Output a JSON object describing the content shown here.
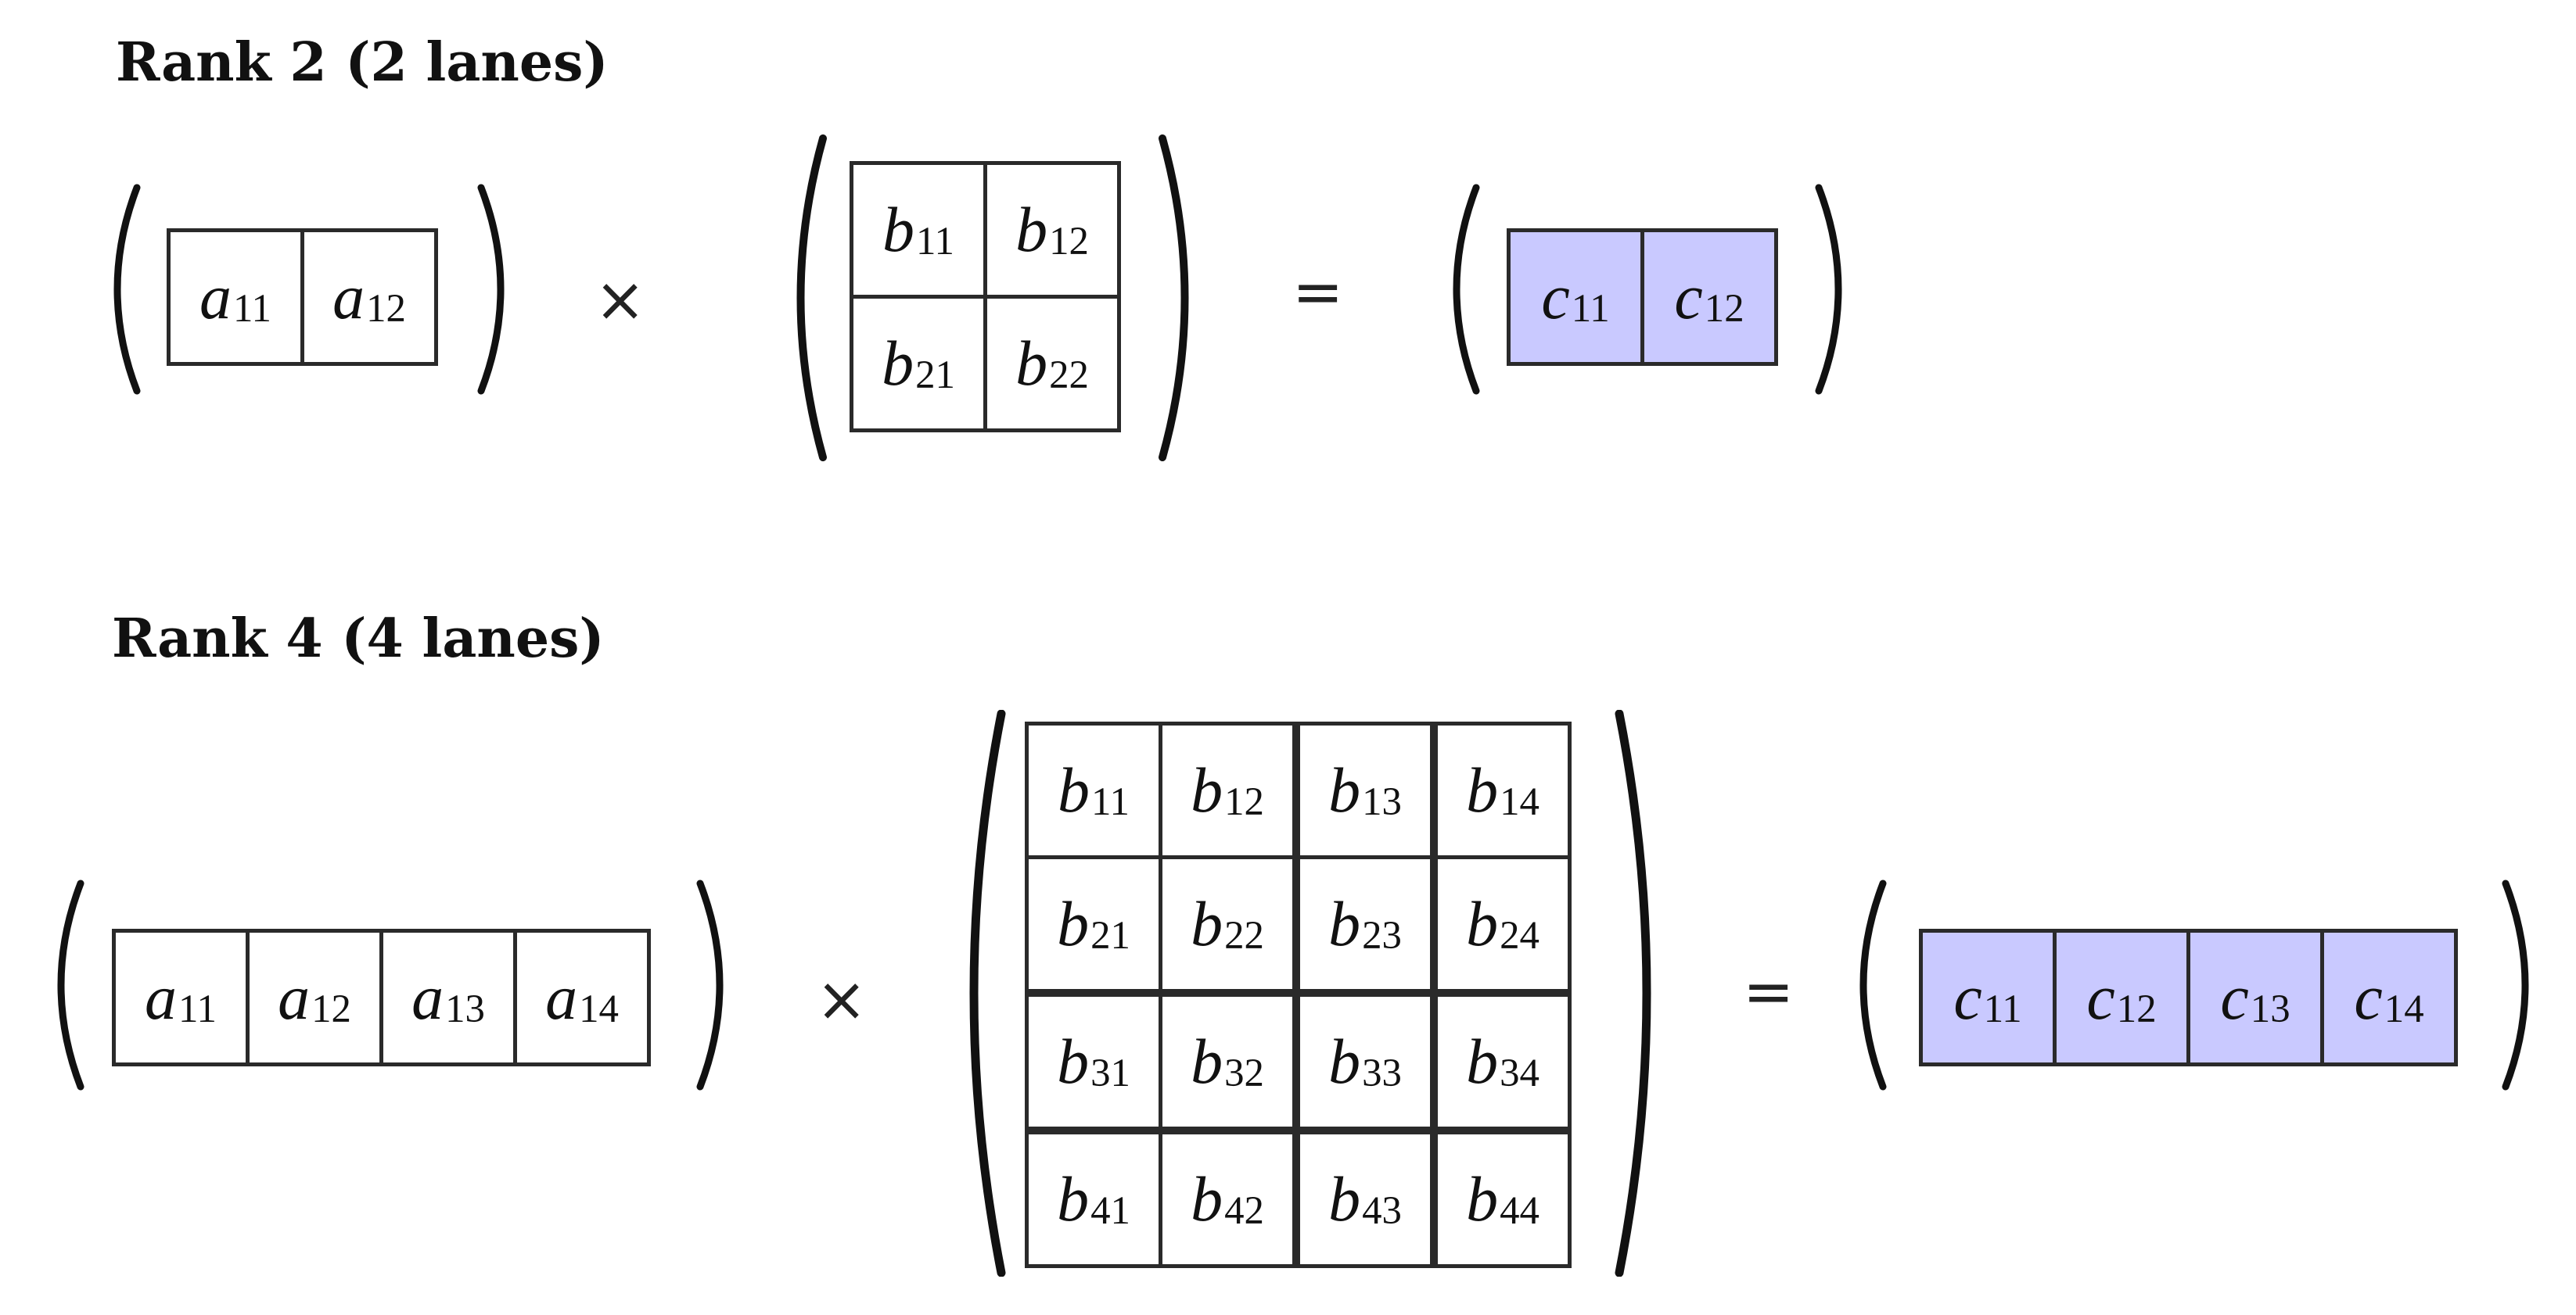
{
  "sections": [
    {
      "heading": "Rank 2 (2 lanes)",
      "vector_a": [
        "a|11",
        "a|12"
      ],
      "matrix_b": [
        [
          "b|11",
          "b|12"
        ],
        [
          "b|21",
          "b|22"
        ]
      ],
      "result_c": [
        "c|11",
        "c|12"
      ],
      "times": "×",
      "equals": "="
    },
    {
      "heading": "Rank 4 (4 lanes)",
      "vector_a": [
        "a|11",
        "a|12",
        "a|13",
        "a|14"
      ],
      "matrix_b": [
        [
          "b|11",
          "b|12",
          "b|13",
          "b|14"
        ],
        [
          "b|21",
          "b|22",
          "b|23",
          "b|24"
        ],
        [
          "b|31",
          "b|32",
          "b|33",
          "b|34"
        ],
        [
          "b|41",
          "b|42",
          "b|43",
          "b|44"
        ]
      ],
      "result_c": [
        "c|11",
        "c|12",
        "c|13",
        "c|14"
      ],
      "times": "×",
      "equals": "="
    }
  ],
  "colors": {
    "result_fill": "#c9c9ff",
    "cell_fill": "#ffffff",
    "border": "#2a2a2a"
  }
}
